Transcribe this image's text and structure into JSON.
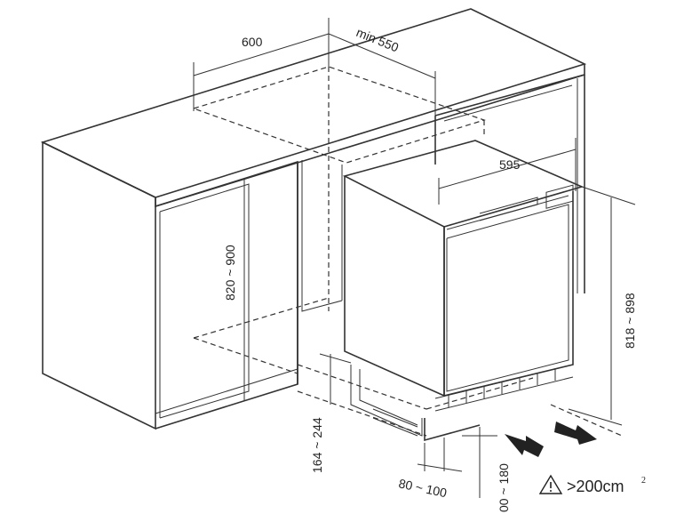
{
  "dimensions": {
    "cabinet_width": "600",
    "cabinet_depth_min": "min 550",
    "appliance_width": "595",
    "niche_height": "820 ~ 900",
    "appliance_height": "818 ~ 898",
    "plinth_height": "164 ~ 244",
    "plinth_depth": "80 ~ 100",
    "vent_gap": "00 ~ 180"
  },
  "ventilation": {
    "warning_glyph": "⚠",
    "area_label": ">200cm",
    "area_unit_sup": "2"
  },
  "icons": [
    "warning-triangle-icon",
    "airflow-in-arrow-icon",
    "airflow-out-arrow-icon"
  ]
}
